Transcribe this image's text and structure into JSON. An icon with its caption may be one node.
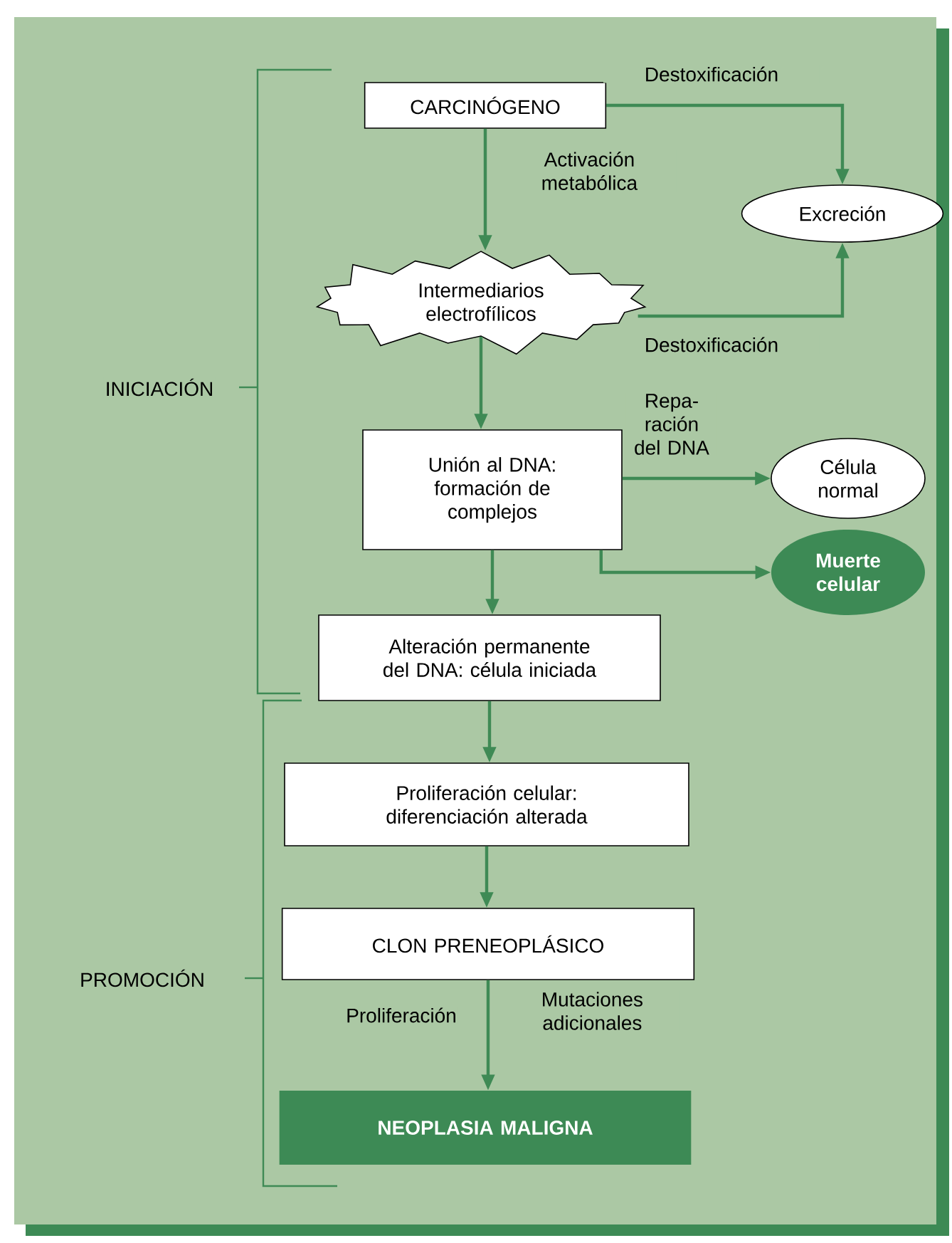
{
  "diagram": {
    "nodes": [
      {
        "text": [
          "CARCINÓGENO"
        ]
      },
      {
        "text": [
          "Excreción"
        ]
      },
      {
        "text": [
          "Intermediarios electrofílicos"
        ]
      },
      {
        "text": [
          "Unión al DNA: formación de complejos"
        ]
      },
      {
        "text": [
          "Célula normal"
        ]
      },
      {
        "text": [
          "Muerte celular"
        ]
      },
      {
        "text": [
          "Alteración permanente del DNA: célula iniciada"
        ]
      },
      {
        "text": [
          "Proliferación celular: diferenciación alterada"
        ]
      },
      {
        "text": [
          "CLON PRENEOPLÁSICO"
        ]
      },
      {
        "text": [
          "NEOPLASIA MALIGNA"
        ]
      }
    ],
    "edges": [
      {
        "from": 0,
        "to": 1,
        "arrow": "to",
        "label": "Destoxificación"
      },
      {
        "from": 0,
        "to": 2,
        "arrow": "to",
        "label": "Activación metabólica"
      },
      {
        "from": 2,
        "to": 1,
        "arrow": "to",
        "label": "Destoxificación"
      },
      {
        "from": 2,
        "to": 3,
        "arrow": "to"
      },
      {
        "from": 3,
        "to": 4,
        "arrow": "to",
        "label": "Repa- ración del DNA"
      },
      {
        "from": 3,
        "to": 5,
        "arrow": "to"
      },
      {
        "from": 3,
        "to": 6,
        "arrow": "to"
      },
      {
        "from": 6,
        "to": 7,
        "arrow": "to"
      },
      {
        "from": 7,
        "to": 8,
        "arrow": "to"
      },
      {
        "from": 8,
        "to": 9,
        "arrow": "to",
        "label": "Mutaciones adicionales"
      }
    ],
    "labels": [
      "INICIACIÓN",
      "PROMOCIÓN",
      "Proliferación"
    ]
  }
}
